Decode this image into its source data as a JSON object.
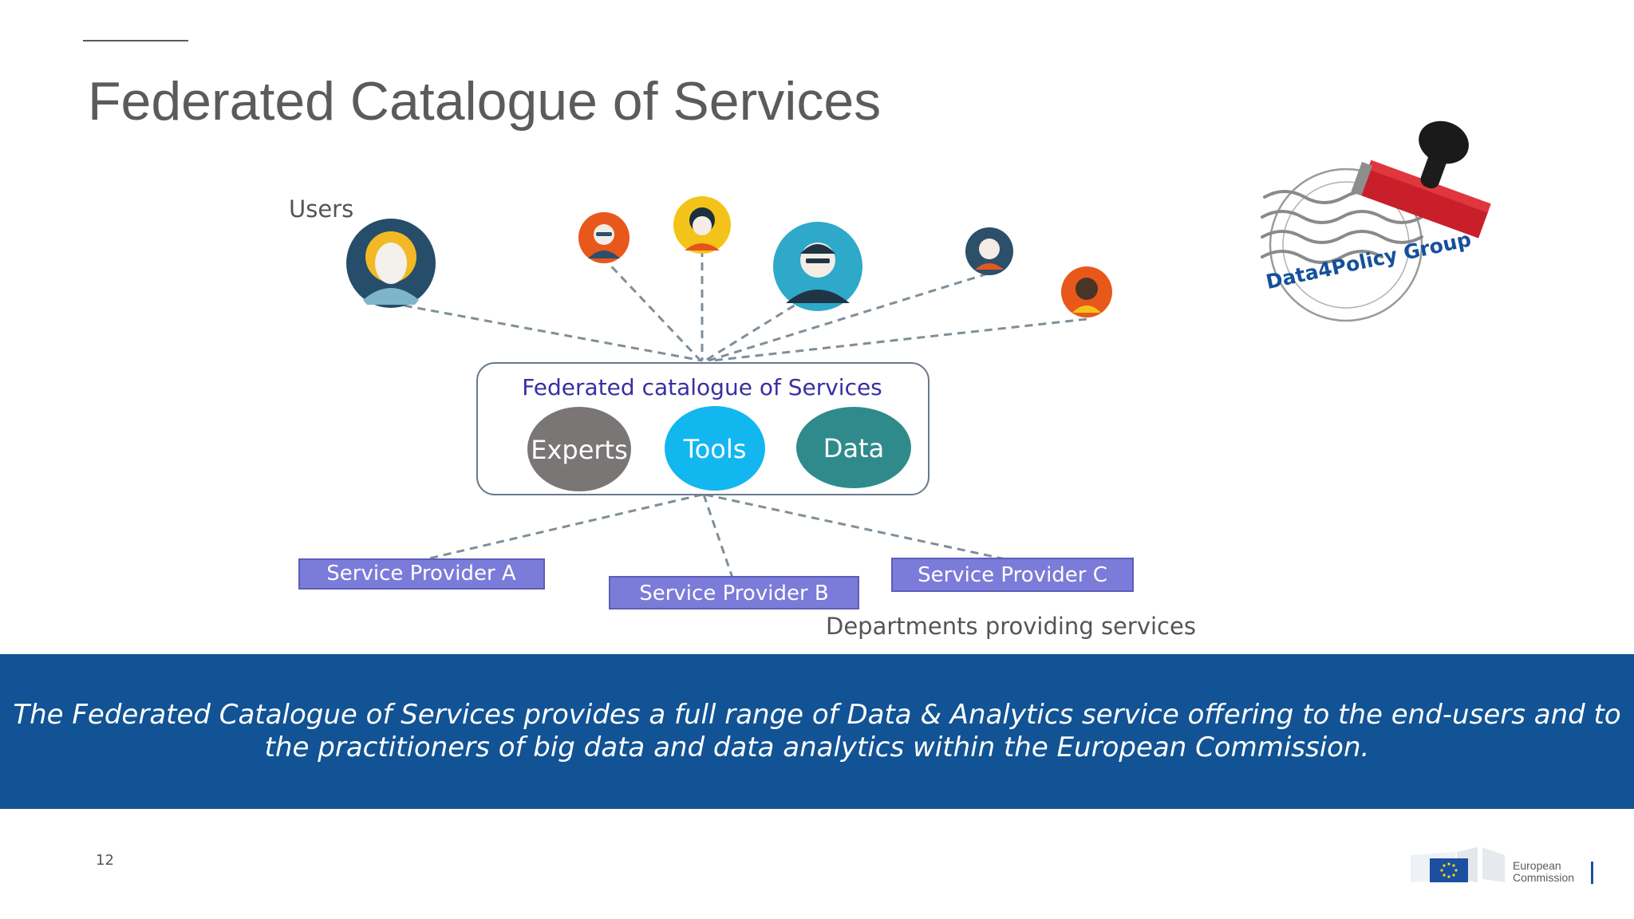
{
  "title": "Federated Catalogue of Services",
  "diagram": {
    "users_label": "Users",
    "hub_title": "Federated catalogue of Services",
    "hub_items": [
      {
        "label": "Experts",
        "color": "#7a7676"
      },
      {
        "label": "Tools",
        "color": "#13b7ef"
      },
      {
        "label": "Data",
        "color": "#2f8b8b"
      }
    ],
    "providers": [
      "Service Provider A",
      "Service Provider B",
      "Service Provider C"
    ],
    "providers_caption": "Departments providing services",
    "stamp_text": "Data4Policy Group"
  },
  "banner": {
    "text": "The Federated Catalogue of Services provides a full range of Data & Analytics service offering to the end-users and to the practitioners of big data and data analytics within the European Commission."
  },
  "footer": {
    "page_number": "12",
    "logo_line1": "European",
    "logo_line2": "Commission"
  },
  "colors": {
    "banner": "#115394",
    "provider_box": "#7b7bd9",
    "hub_title": "#3a2fa0",
    "stamp_text": "#16509b",
    "connector": "#7f8f99"
  }
}
